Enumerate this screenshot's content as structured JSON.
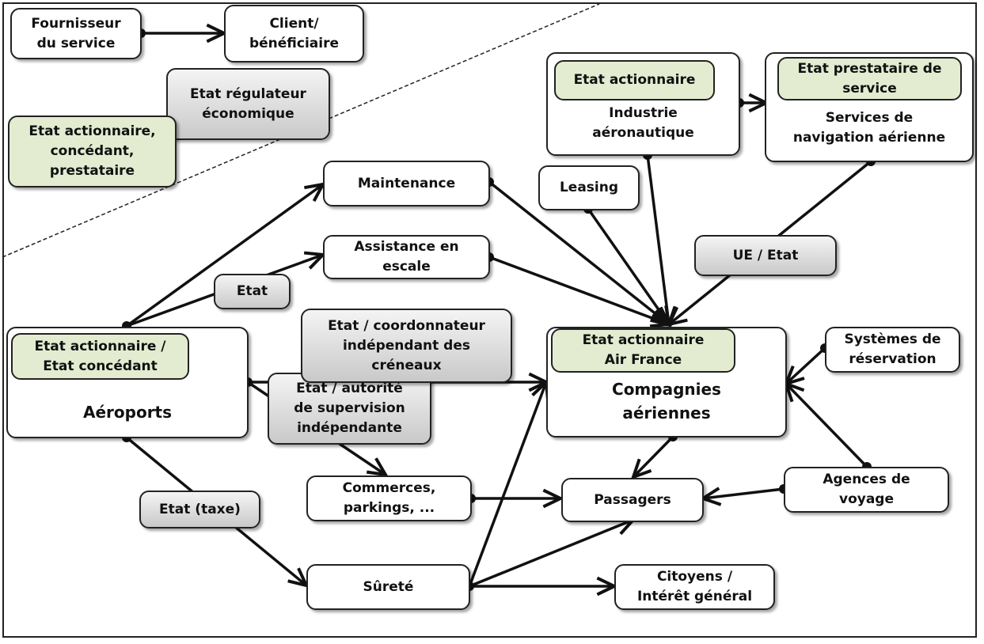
{
  "legend": {
    "provider": "Fournisseur\ndu service",
    "client": "Client/\nbénéficiaire"
  },
  "roles": {
    "regulator": "Etat régulateur\néconomique",
    "shareholder": "Etat actionnaire,\nconcédant,\nprestataire"
  },
  "nodes": {
    "maintenance": "Maintenance",
    "assistance": "Assistance en\nescale",
    "etat": "Etat",
    "airports": "Aéroports",
    "airports_role": "Etat actionnaire /\nEtat concédant",
    "slot_coordinator": "Etat / coordonnateur\nindépendant des\ncréneaux",
    "supervision": "Etat / autorité\nde supervision\nindépendante",
    "commerce": "Commerces,\nparkings, ...",
    "tax": "Etat (taxe)",
    "security": "Sûreté",
    "passengers": "Passagers",
    "citizens": "Citoyens /\nIntérêt général",
    "airlines": "Compagnies\naériennes",
    "airlines_role": "Etat actionnaire\nAir France",
    "booking": "Systèmes de\nréservation",
    "agencies": "Agences de\nvoyage",
    "leasing": "Leasing",
    "industry": "Industrie\naéronautique",
    "industry_role": "Etat actionnaire",
    "nav_services": "Services de\nnavigation aérienne",
    "nav_role": "Etat prestataire de\nservice",
    "eu_state": "UE / Etat"
  },
  "colors": {
    "state_role_green": "#e3ecd0",
    "regulator_gray": "#d0d0d0",
    "line": "#111111"
  }
}
